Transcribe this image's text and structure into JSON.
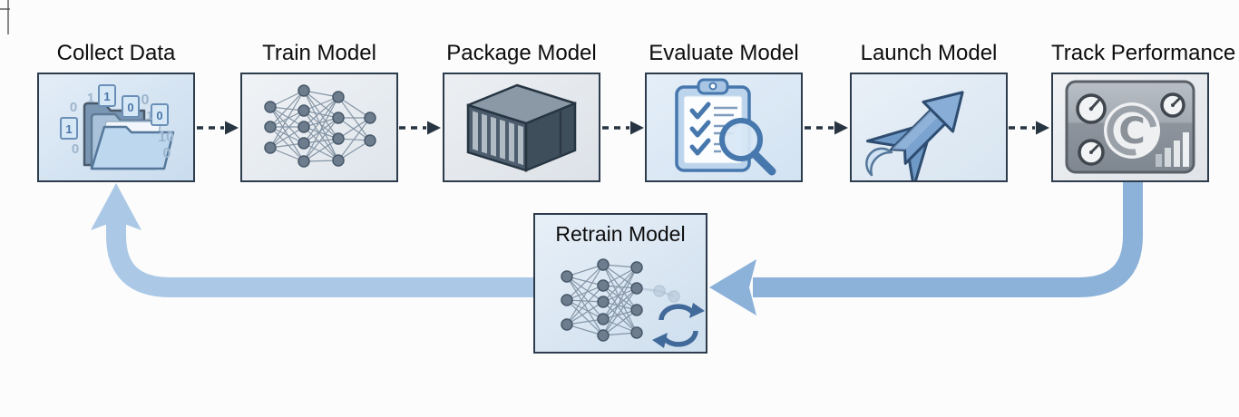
{
  "stages": [
    {
      "label": "Collect Data",
      "icon": "data-folders"
    },
    {
      "label": "Train Model",
      "icon": "neural-network"
    },
    {
      "label": "Package Model",
      "icon": "shipping-container"
    },
    {
      "label": "Evaluate Model",
      "icon": "checklist-magnifier"
    },
    {
      "label": "Launch Model",
      "icon": "rocket-arrow"
    },
    {
      "label": "Track Performance",
      "icon": "gauge-dashboard"
    }
  ],
  "retrain": {
    "label": "Retrain Model",
    "icon": "neural-network-refresh"
  },
  "icons": {
    "collect_digits": [
      "0",
      "1",
      "1",
      "0",
      "0",
      "1",
      "0",
      "10",
      "0",
      "1",
      "0"
    ],
    "dashboard_letter": "C"
  },
  "colors": {
    "feedback_band_light": "#abc9e6",
    "feedback_band_dark": "#8cb2d9",
    "box_border": "#2d3c4c",
    "connector_dark": "#273441",
    "steel_blue": "#4677ad"
  }
}
